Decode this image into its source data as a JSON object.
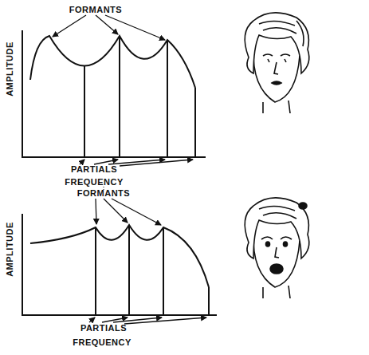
{
  "diagram": {
    "labels": [
      "FORMANTS",
      "AMPLITUDE",
      "PARTIALS",
      "FREQUENCY",
      "FORMANTS",
      "AMPLITUDE",
      "PARTIALS",
      "FREQUENCY"
    ]
  }
}
